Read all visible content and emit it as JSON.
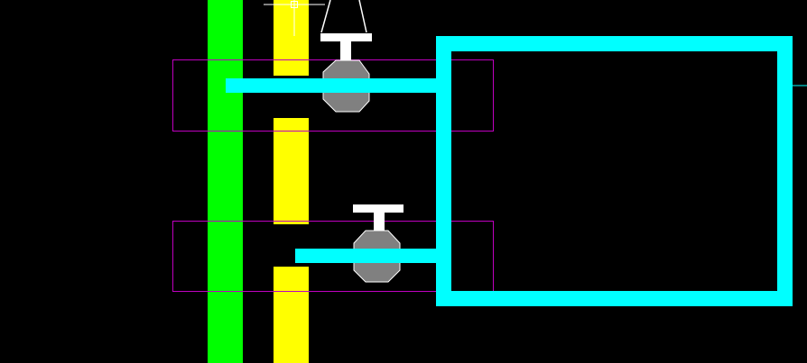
{
  "colors": {
    "background": "#000000",
    "green_pipe": "#00ff00",
    "yellow_pipe": "#ffff00",
    "cyan": "#00ffff",
    "magenta_outline": "#c000c0",
    "valve_body": "#808080",
    "handle": "#ffffff",
    "crosshair": "#ffffff"
  },
  "elements": {
    "green_pipe": "vertical-pipe-green",
    "yellow_pipe": "vertical-pipe-yellow-segmented",
    "cyan_box": "rectangular-cyan-frame",
    "valve_top": "gate-valve",
    "valve_bottom": "gate-valve",
    "cursor": "crosshair-icon"
  }
}
